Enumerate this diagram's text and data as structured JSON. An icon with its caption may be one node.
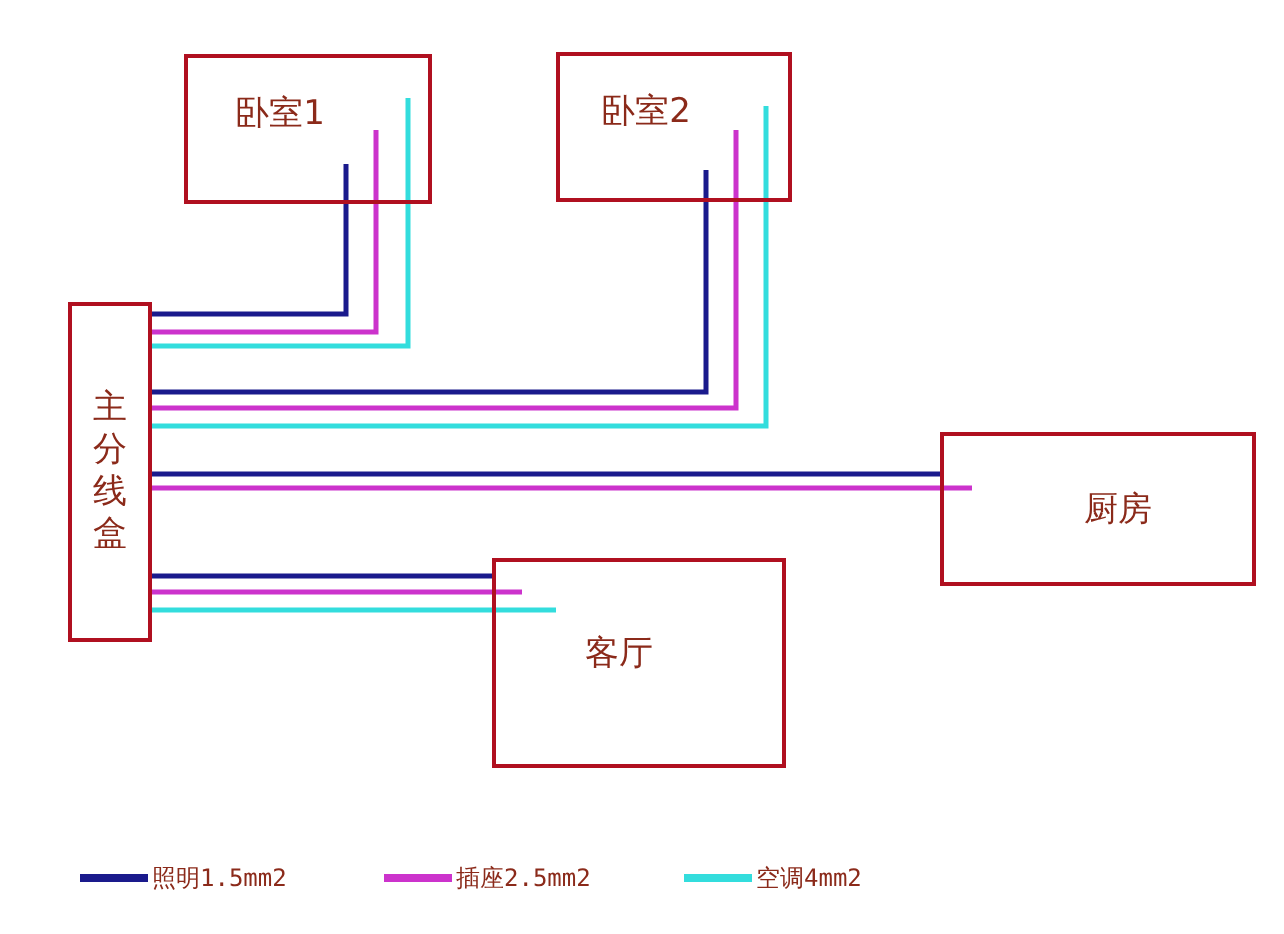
{
  "diagram": {
    "nodes": [
      {
        "text": [
          "卧室1"
        ]
      },
      {
        "text": [
          "卧室2"
        ]
      },
      {
        "text": [
          "主分线盒"
        ]
      },
      {
        "text": [
          "厨房"
        ]
      },
      {
        "text": [
          "客厅"
        ]
      }
    ],
    "edges": [
      {
        "from": 2,
        "to": 0,
        "arrow": "none",
        "color": "#1a1a8c"
      },
      {
        "from": 2,
        "to": 0,
        "arrow": "none",
        "color": "#cc33cc"
      },
      {
        "from": 2,
        "to": 0,
        "arrow": "none",
        "color": "#33dddd"
      },
      {
        "from": 2,
        "to": 1,
        "arrow": "none",
        "color": "#1a1a8c"
      },
      {
        "from": 2,
        "to": 1,
        "arrow": "none",
        "color": "#cc33cc"
      },
      {
        "from": 2,
        "to": 1,
        "arrow": "none",
        "color": "#33dddd"
      },
      {
        "from": 2,
        "to": 3,
        "arrow": "none",
        "color": "#1a1a8c"
      },
      {
        "from": 2,
        "to": 3,
        "arrow": "none",
        "color": "#cc33cc"
      },
      {
        "from": 2,
        "to": 4,
        "arrow": "none",
        "color": "#1a1a8c"
      },
      {
        "from": 2,
        "to": 4,
        "arrow": "none",
        "color": "#cc33cc"
      },
      {
        "from": 2,
        "to": 4,
        "arrow": "none",
        "color": "#33dddd"
      }
    ],
    "legend": [
      {
        "text": "照明1.5mm2",
        "color": "#1a1a8c"
      },
      {
        "text": "插座2.5mm2",
        "color": "#cc33cc"
      },
      {
        "text": "空调4mm2",
        "color": "#33dddd"
      }
    ]
  }
}
